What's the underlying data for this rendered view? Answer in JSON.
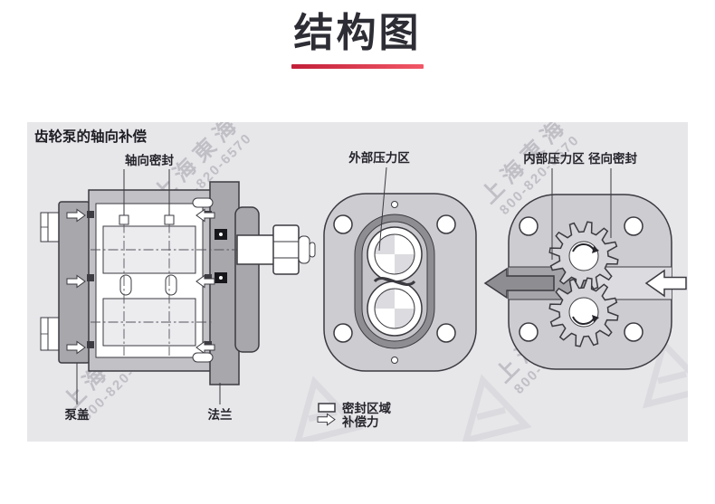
{
  "title": {
    "text": "结构图"
  },
  "panel": {
    "heading": "齿轮泵的轴向补偿",
    "section_view": {
      "axial_seal": "轴向密封",
      "pump_cover": "泵盖",
      "flange": "法兰"
    },
    "cover_view": {
      "external_pressure_zone": "外部压力区"
    },
    "gear_view": {
      "internal_pressure_zone": "内部压力区",
      "radial_seal": "径向密封"
    },
    "legend": {
      "seal_area": "密封区域",
      "compensation_force": "补偿力"
    },
    "watermark": {
      "name": "上海東海",
      "phone": "800-820-6570"
    }
  },
  "colors": {
    "title_text": "#2d2d35",
    "title_underline_left": "#c21f38",
    "title_underline_right": "#f25867",
    "panel_bg": "#e7e7ea",
    "line": "#3a3a40",
    "housing_dark": "#a8a8ac",
    "housing_mid": "#c2c2c6",
    "housing_light": "#dcdce0",
    "body_fill": "#cdcdd1",
    "seal_ring": "#8d8d92",
    "channel_dark": "#a5a5a9",
    "gear_fill": "#d6d6da",
    "arrow_dark": "#8e8e92",
    "watermark": "rgba(125,125,138,0.38)"
  }
}
